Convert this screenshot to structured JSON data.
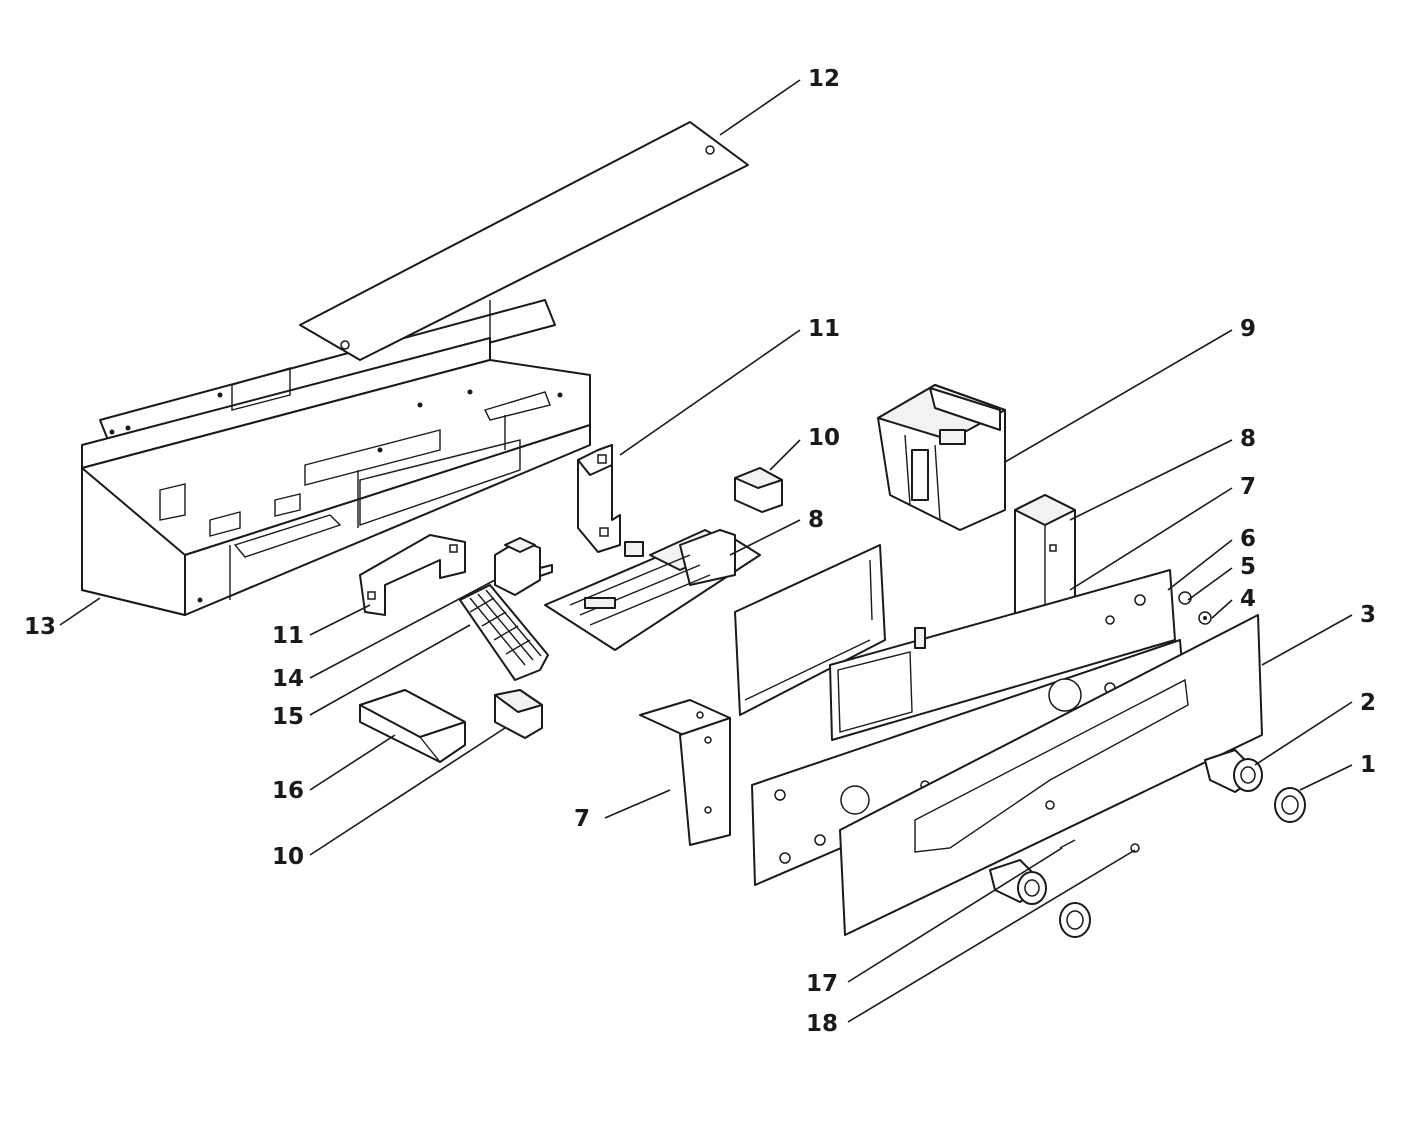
{
  "diagram": {
    "labels": [
      {
        "id": "12",
        "text": "12"
      },
      {
        "id": "11a",
        "text": "11"
      },
      {
        "id": "9",
        "text": "9"
      },
      {
        "id": "10a",
        "text": "10"
      },
      {
        "id": "8a",
        "text": "8"
      },
      {
        "id": "8b",
        "text": "8"
      },
      {
        "id": "7a",
        "text": "7"
      },
      {
        "id": "6",
        "text": "6"
      },
      {
        "id": "5",
        "text": "5"
      },
      {
        "id": "4",
        "text": "4"
      },
      {
        "id": "3",
        "text": "3"
      },
      {
        "id": "2",
        "text": "2"
      },
      {
        "id": "1",
        "text": "1"
      },
      {
        "id": "13",
        "text": "13"
      },
      {
        "id": "11b",
        "text": "11"
      },
      {
        "id": "14",
        "text": "14"
      },
      {
        "id": "15",
        "text": "15"
      },
      {
        "id": "16",
        "text": "16"
      },
      {
        "id": "10b",
        "text": "10"
      },
      {
        "id": "7b",
        "text": "7"
      },
      {
        "id": "17",
        "text": "17"
      },
      {
        "id": "18",
        "text": "18"
      }
    ]
  }
}
